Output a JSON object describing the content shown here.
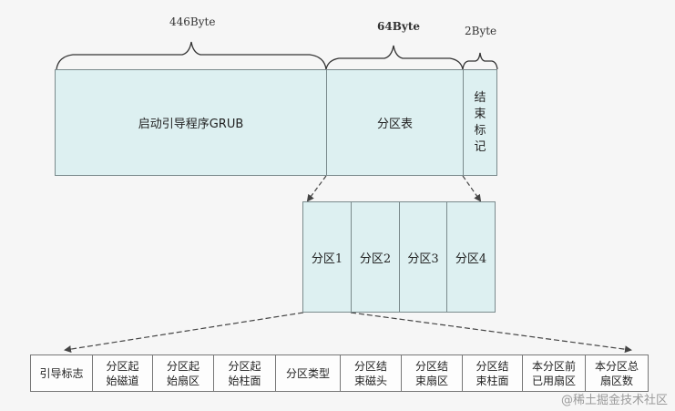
{
  "mbr": {
    "size_labels": {
      "boot": "446Byte",
      "table": "64Byte",
      "end": "2Byte"
    },
    "boot_label": "启动引导程序GRUB",
    "table_label": "分区表",
    "end_label": "结\n束\n标\n记"
  },
  "partitions": [
    "分区1",
    "分区2",
    "分区3",
    "分区4"
  ],
  "fields": [
    "引导标志",
    "分区起\n始磁道",
    "分区起\n始扇区",
    "分区起\n始柱面",
    "分区类型",
    "分区结\n束磁头",
    "分区结\n束扇区",
    "分区结\n束柱面",
    "本分区前\n已用扇区",
    "本分区总\n扇区数"
  ],
  "watermark": "@稀土掘金技术社区"
}
